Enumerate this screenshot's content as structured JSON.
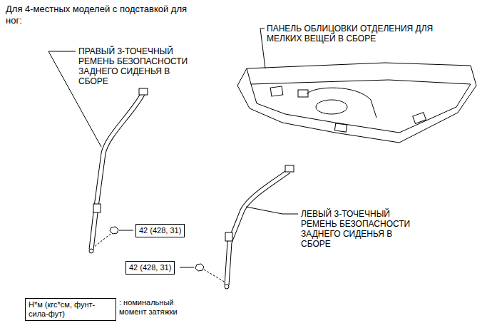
{
  "diagram": {
    "title": "Для 4-местных моделей с подставкой для ног:",
    "nodes": [
      {
        "text": [
          "42 (428, 31)"
        ]
      },
      {
        "text": [
          "42 (428, 31)"
        ]
      },
      {
        "text": [
          "Н*м (кгс*см, фунт-сила-фут)",
          ": номинальный момент затяжки"
        ]
      }
    ],
    "labels": [
      "ПАНЕЛЬ ОБЛИЦОВКИ ОТДЕЛЕНИЯ ДЛЯ МЕЛКИХ ВЕЩЕЙ В СБОРЕ",
      "ПРАВЫЙ 3-ТОЧЕЧНЫЙ РЕМЕНЬ БЕЗОПАСНОСТИ ЗАДНЕГО СИДЕНЬЯ В СБОРЕ",
      "ЛЕВЫЙ 3-ТОЧЕЧНЫЙ РЕМЕНЬ БЕЗОПАСНОСТИ ЗАДНЕГО СИДЕНЬЯ В СБОРЕ"
    ]
  }
}
